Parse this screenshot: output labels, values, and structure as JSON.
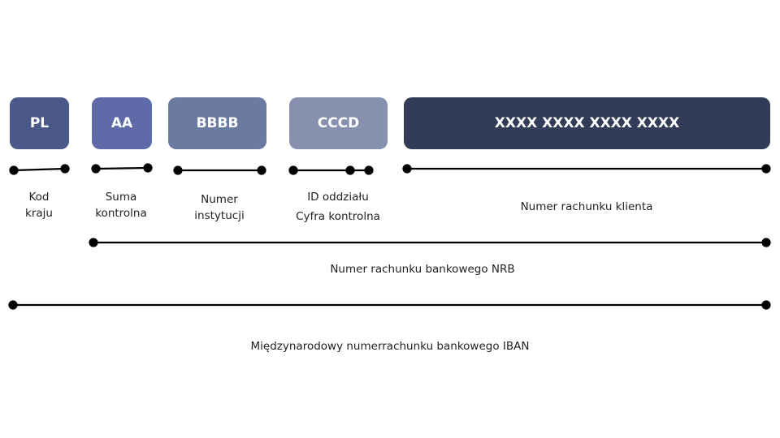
{
  "boxes": [
    {
      "text": "PL",
      "color": "#4a5889"
    },
    {
      "text": "AA",
      "color": "#5e6ba8"
    },
    {
      "text": "BBBB",
      "color": "#6b7aa1"
    },
    {
      "text": "CCCD",
      "color": "#8890b0"
    },
    {
      "text": "XXXX XXXX XXXX XXXX",
      "color": "#323c58"
    }
  ],
  "labels": {
    "kod": "Kod\nkraju",
    "suma": "Suma\nkontrolna",
    "numer_instytucji": "Numer\ninstytucji",
    "id_oddzialu": "ID oddziału",
    "cyfra_kontrolna": "Cyfra kontrolna",
    "numer_klienta": "Numer rachunku klienta",
    "nrb": "Numer rachunku bankowego NRB",
    "iban": "Międzynarodowy numerrachunku bankowego IBAN"
  },
  "colors": {
    "line": "#000000",
    "text": "#222222"
  }
}
